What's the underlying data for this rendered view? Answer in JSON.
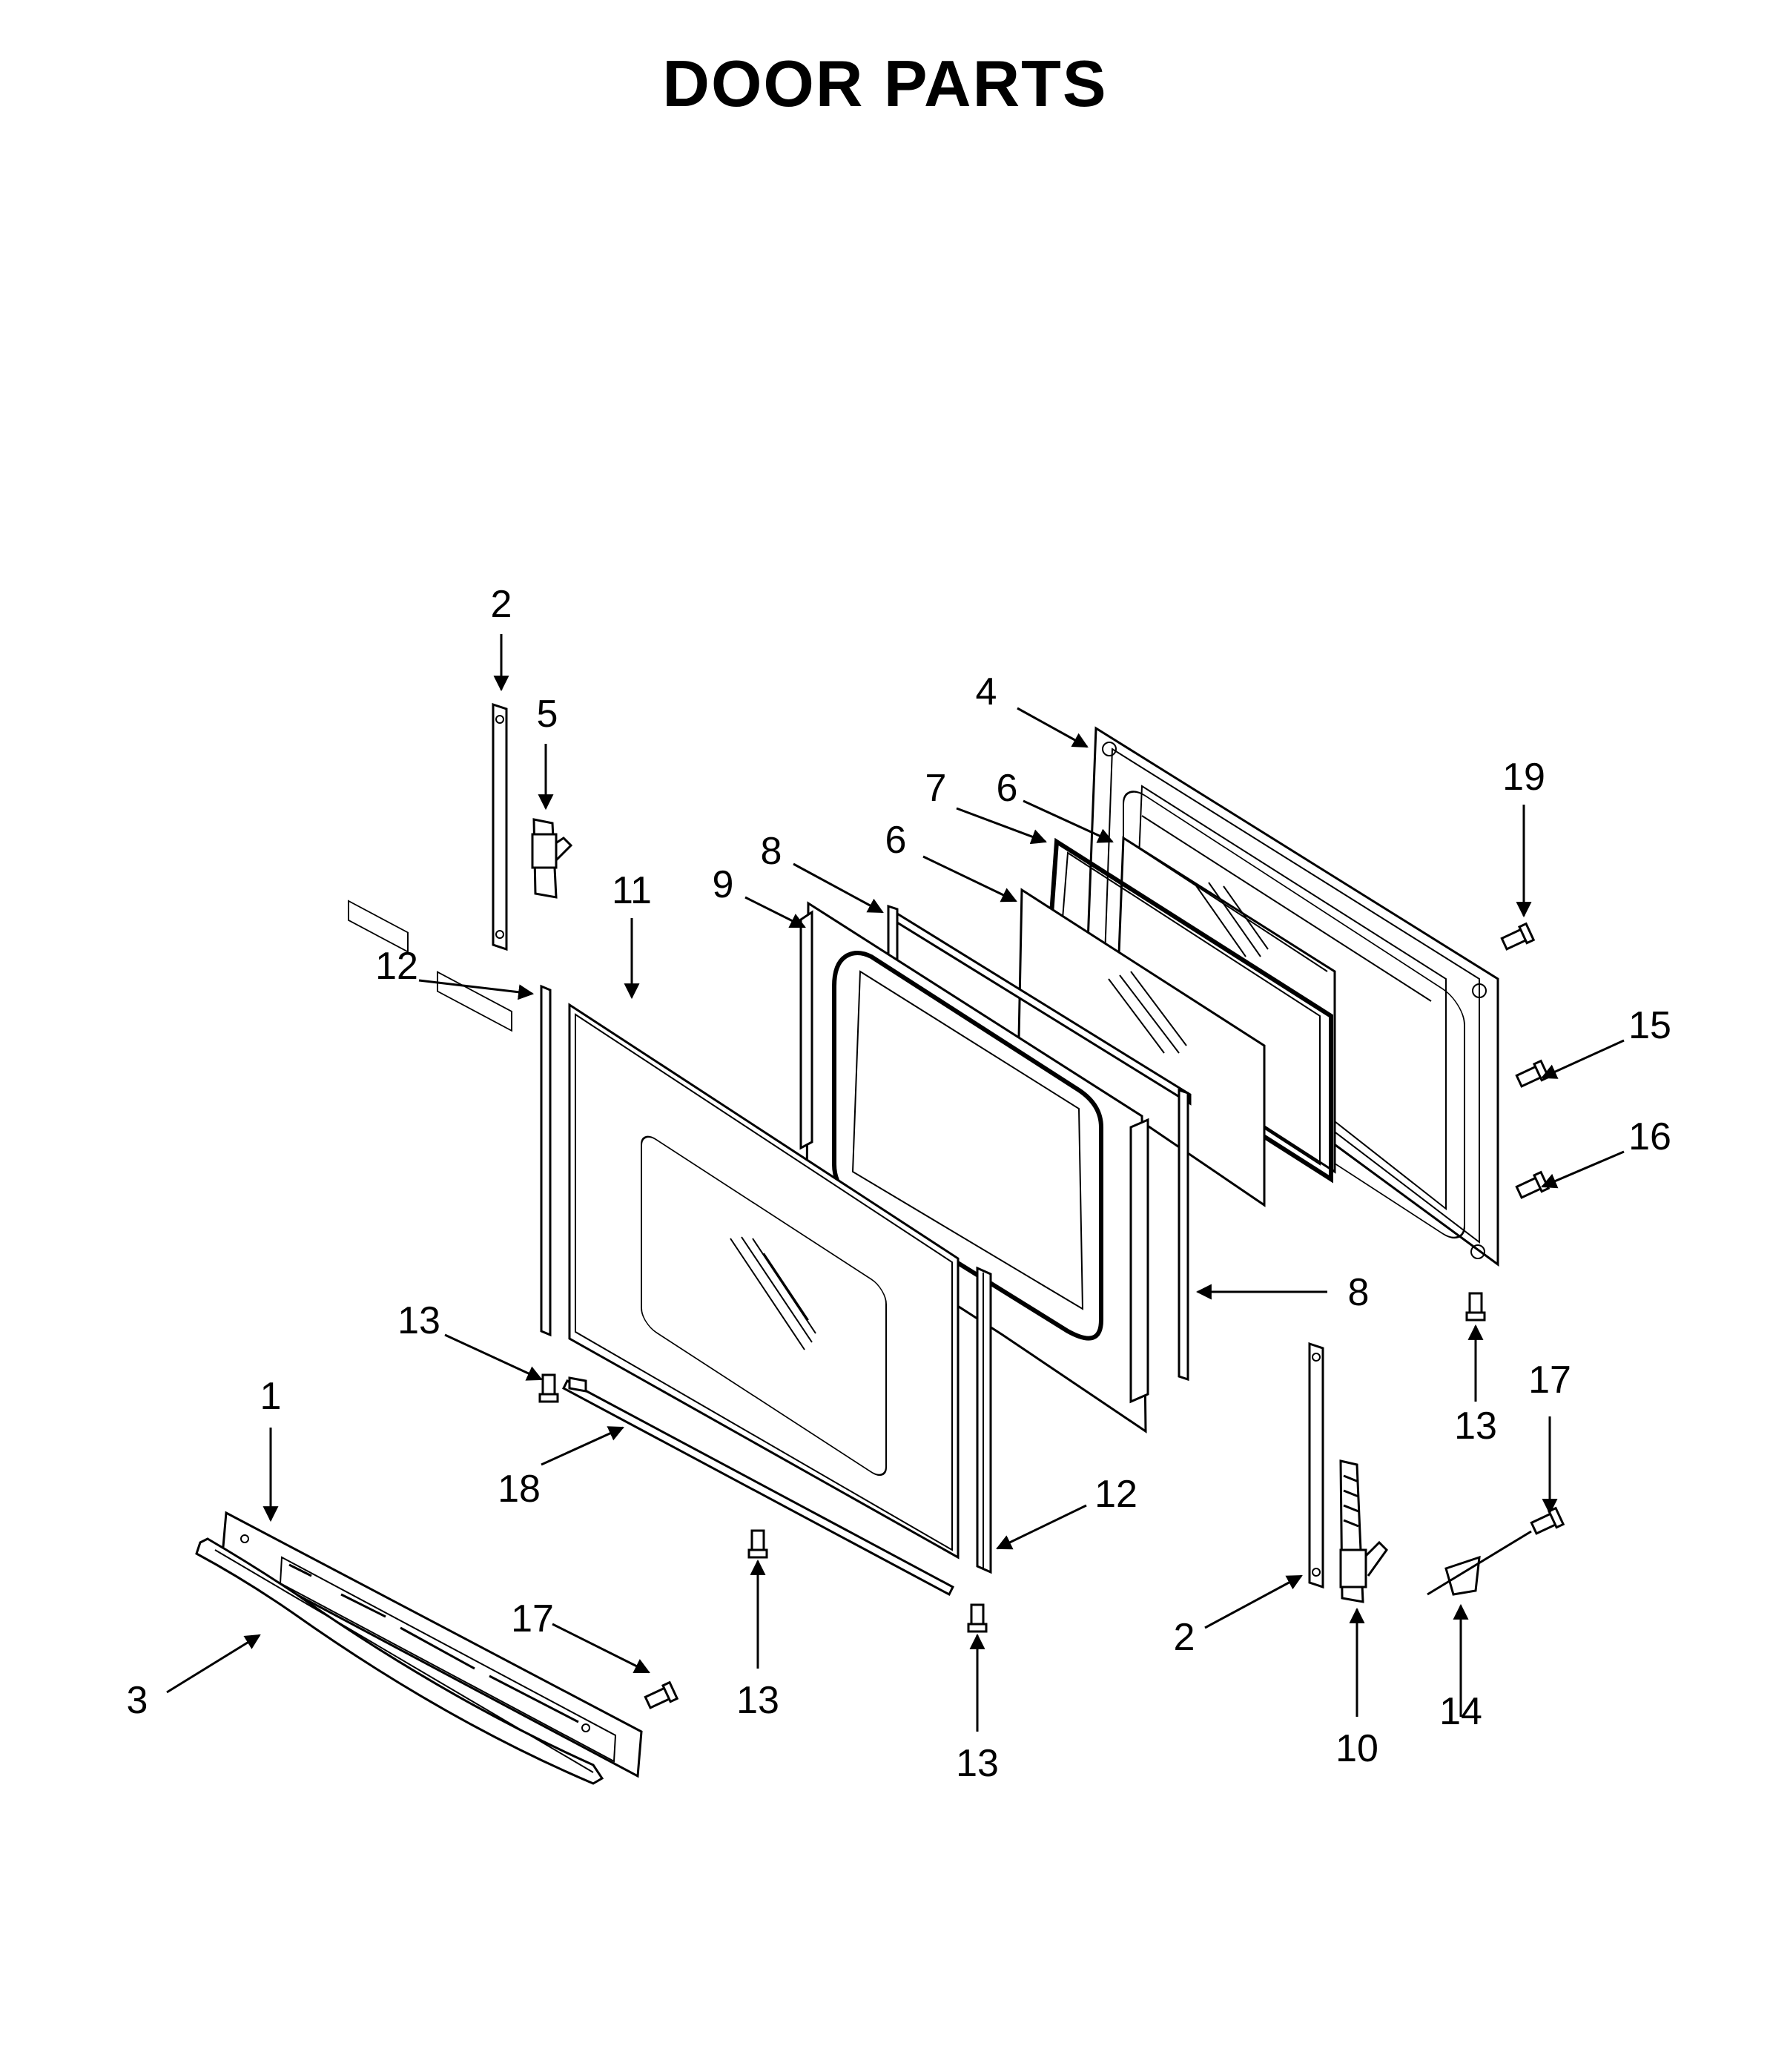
{
  "title": "DOOR PARTS",
  "callouts": [
    {
      "id": "c2a",
      "number": "2"
    },
    {
      "id": "c5",
      "number": "5"
    },
    {
      "id": "c4",
      "number": "4"
    },
    {
      "id": "c19",
      "number": "19"
    },
    {
      "id": "c7",
      "number": "7"
    },
    {
      "id": "c6a",
      "number": "6"
    },
    {
      "id": "c6b",
      "number": "6"
    },
    {
      "id": "c8a",
      "number": "8"
    },
    {
      "id": "c9",
      "number": "9"
    },
    {
      "id": "c11",
      "number": "11"
    },
    {
      "id": "c12a",
      "number": "12"
    },
    {
      "id": "c15",
      "number": "15"
    },
    {
      "id": "c16",
      "number": "16"
    },
    {
      "id": "c8b",
      "number": "8"
    },
    {
      "id": "c13a",
      "number": "13"
    },
    {
      "id": "c13b",
      "number": "13"
    },
    {
      "id": "c1",
      "number": "1"
    },
    {
      "id": "c17a",
      "number": "17"
    },
    {
      "id": "c18",
      "number": "18"
    },
    {
      "id": "c12b",
      "number": "12"
    },
    {
      "id": "c2b",
      "number": "2"
    },
    {
      "id": "c3",
      "number": "3"
    },
    {
      "id": "c17b",
      "number": "17"
    },
    {
      "id": "c13c",
      "number": "13"
    },
    {
      "id": "c13d",
      "number": "13"
    },
    {
      "id": "c10",
      "number": "10"
    },
    {
      "id": "c14",
      "number": "14"
    }
  ]
}
